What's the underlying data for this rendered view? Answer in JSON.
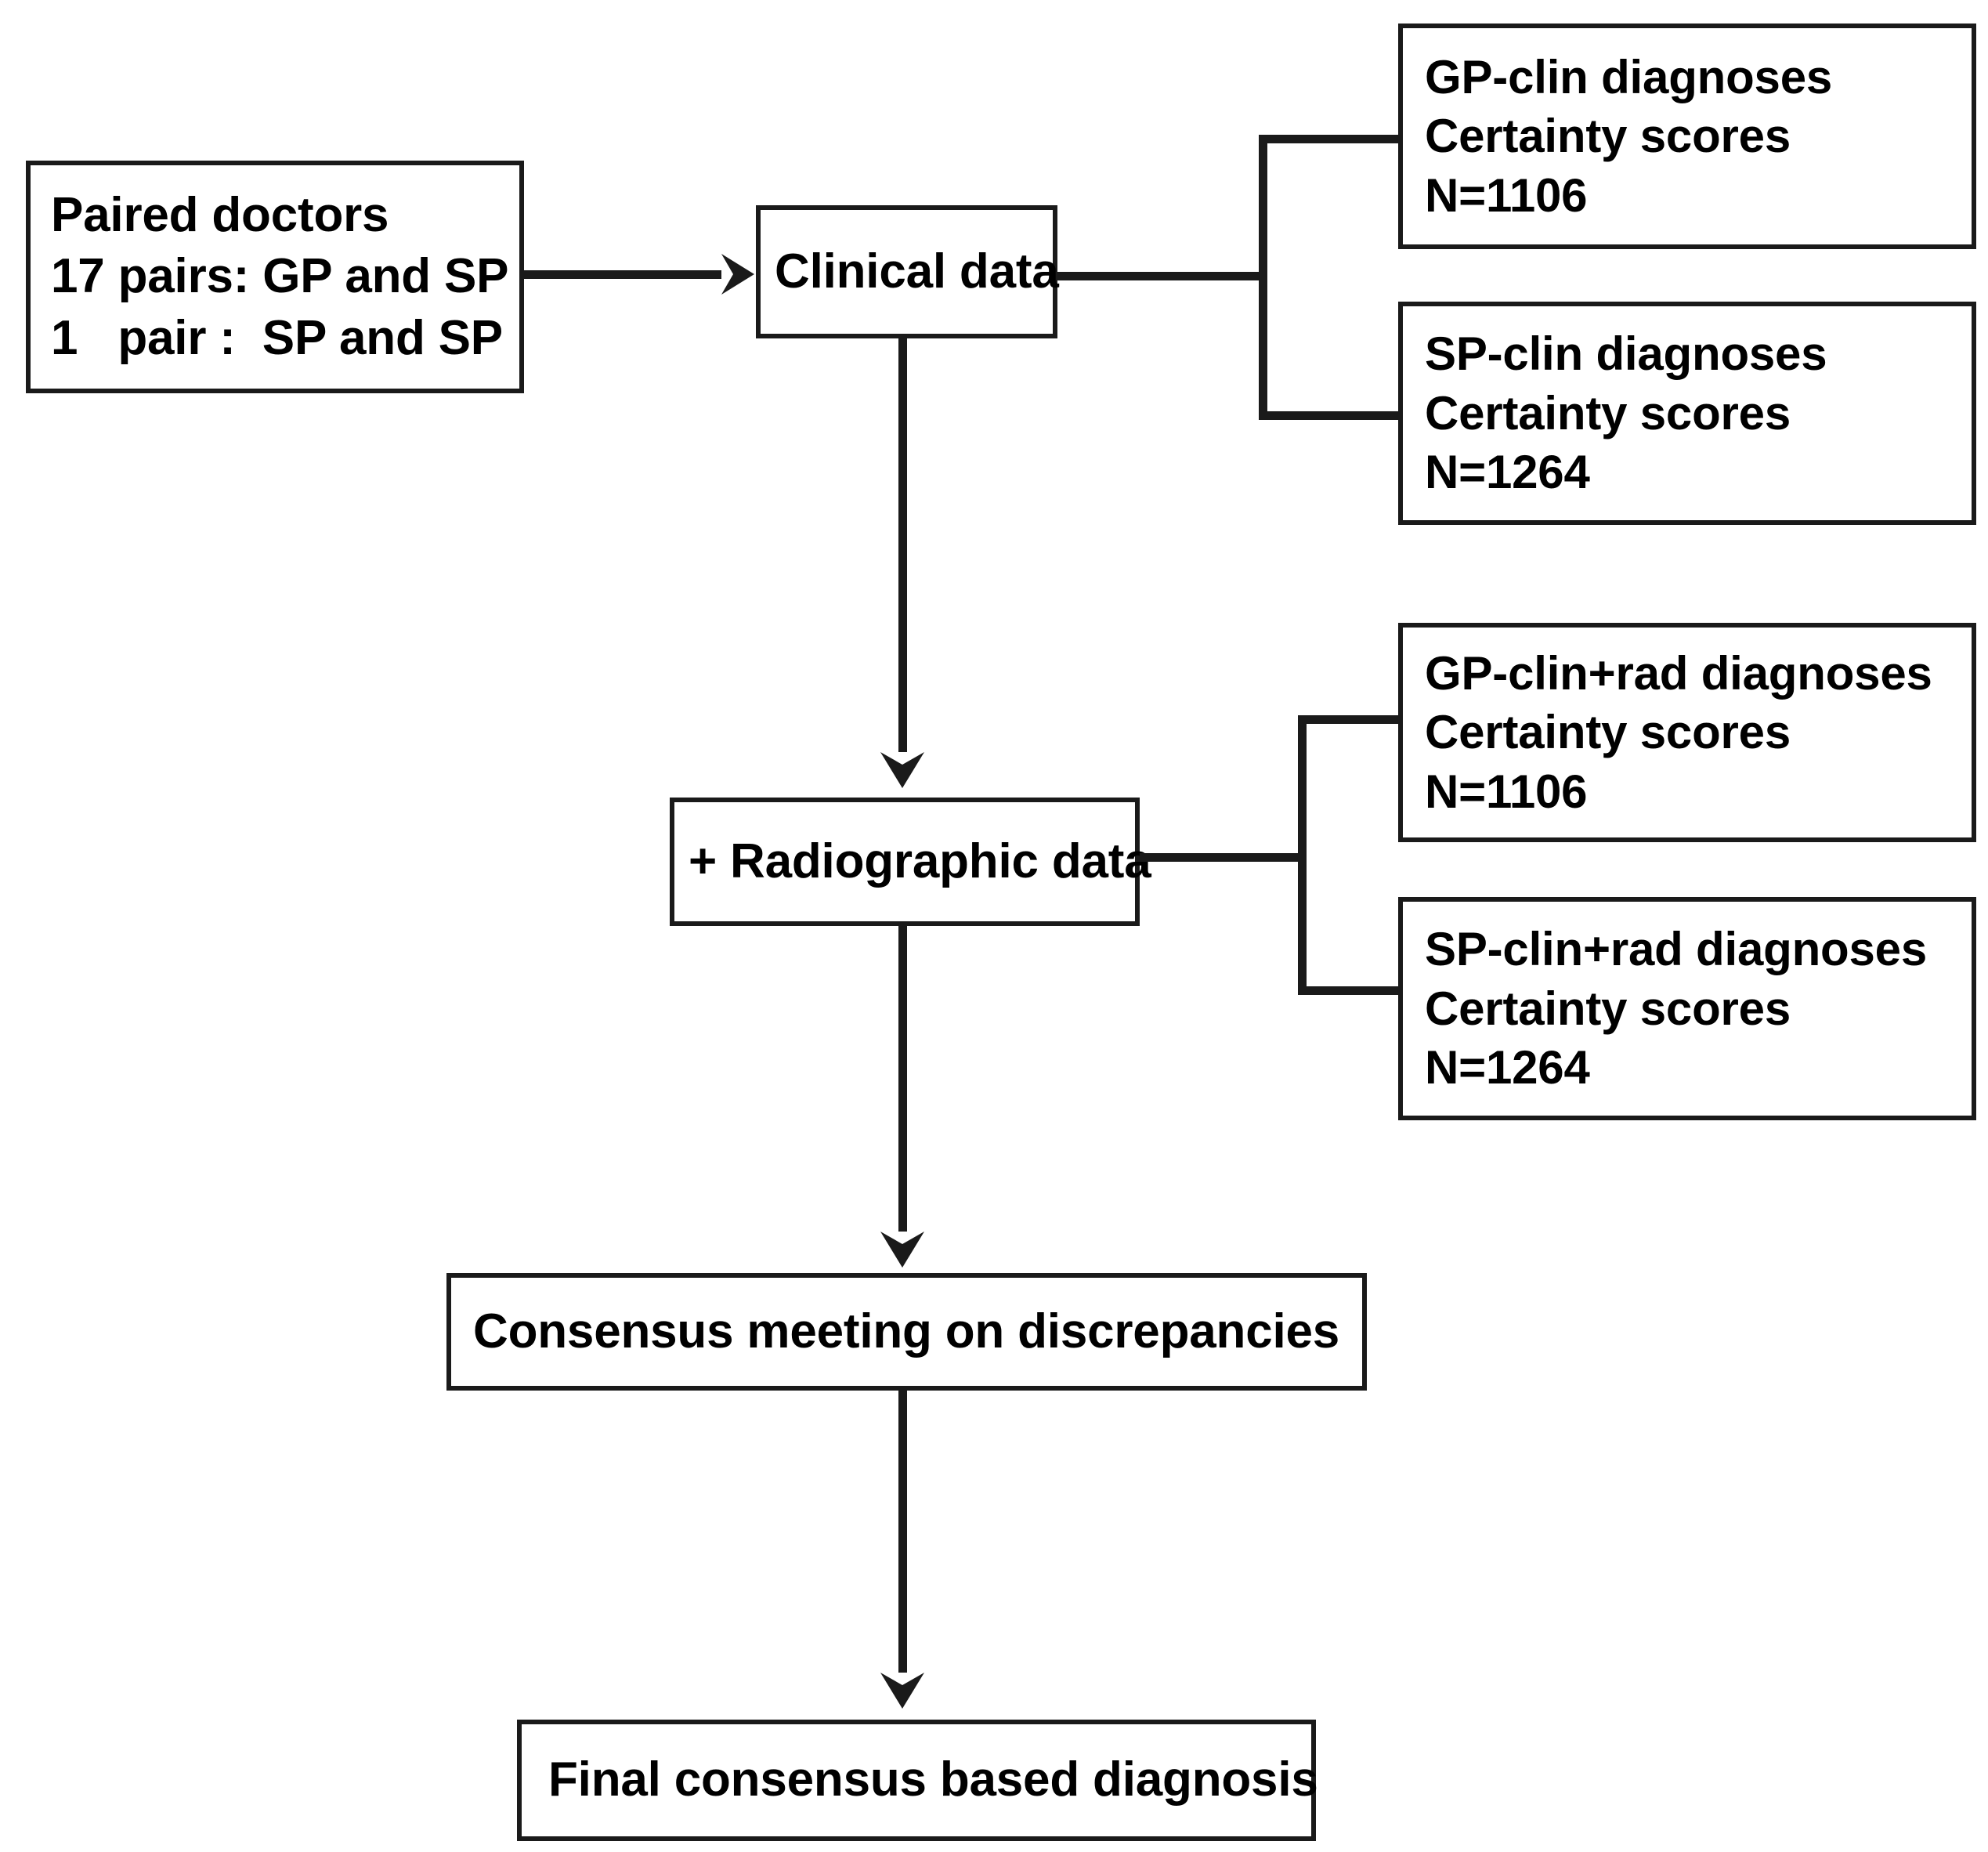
{
  "diagram": {
    "title": "Study flow diagram of paired doctor diagnoses",
    "background_color": "#ffffff",
    "line_color": "#1a1a1a",
    "text_color": "#000000"
  },
  "nodes": {
    "paired_doctors": {
      "line1": "Paired doctors",
      "line2": "17 pairs: GP and SP",
      "line3": "1   pair :  SP and SP"
    },
    "clinical_data": {
      "line1": "Clinical data"
    },
    "gp_clin": {
      "line1": "GP-clin diagnoses",
      "line2": "Certainty scores",
      "line3": "N=1106"
    },
    "sp_clin": {
      "line1": "SP-clin diagnoses",
      "line2": "Certainty scores",
      "line3": "N=1264"
    },
    "radiographic_data": {
      "line1": "+ Radiographic data"
    },
    "gp_clin_rad": {
      "line1": "GP-clin+rad diagnoses",
      "line2": "Certainty scores",
      "line3": "N=1106"
    },
    "sp_clin_rad": {
      "line1": "SP-clin+rad diagnoses",
      "line2": "Certainty scores",
      "line3": "N=1264"
    },
    "consensus_meeting": {
      "line1": "Consensus meeting on discrepancies"
    },
    "final_diagnosis": {
      "line1": "Final consensus based diagnosis"
    }
  },
  "counts": {
    "gp_clin_n": 1106,
    "sp_clin_n": 1264,
    "gp_clin_rad_n": 1106,
    "sp_clin_rad_n": 1264,
    "gp_sp_pairs": 17,
    "sp_sp_pairs": 1
  },
  "edges": [
    {
      "from": "paired_doctors",
      "to": "clinical_data",
      "style": "arrow-right"
    },
    {
      "from": "clinical_data",
      "to": "gp_clin",
      "style": "bracket"
    },
    {
      "from": "clinical_data",
      "to": "sp_clin",
      "style": "bracket"
    },
    {
      "from": "clinical_data",
      "to": "radiographic_data",
      "style": "arrow-down"
    },
    {
      "from": "radiographic_data",
      "to": "gp_clin_rad",
      "style": "bracket"
    },
    {
      "from": "radiographic_data",
      "to": "sp_clin_rad",
      "style": "bracket"
    },
    {
      "from": "radiographic_data",
      "to": "consensus_meeting",
      "style": "arrow-down"
    },
    {
      "from": "consensus_meeting",
      "to": "final_diagnosis",
      "style": "arrow-down"
    }
  ]
}
